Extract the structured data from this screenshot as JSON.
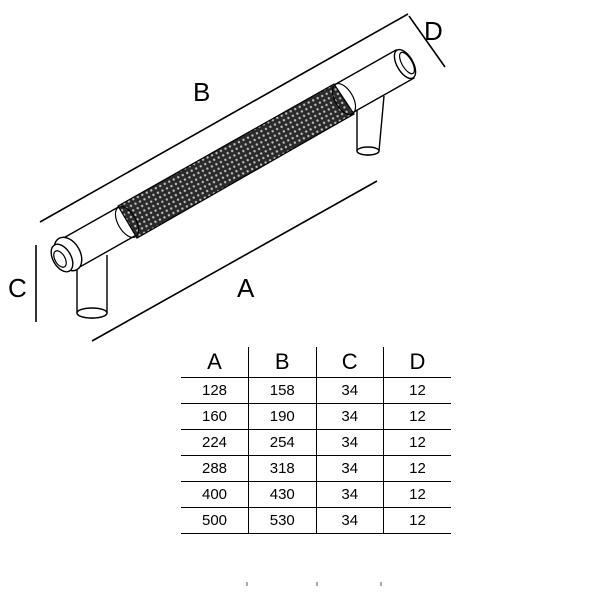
{
  "labels": {
    "a": "A",
    "b": "B",
    "c": "C",
    "d": "D"
  },
  "table": {
    "headers": [
      "A",
      "B",
      "C",
      "D"
    ],
    "rows": [
      [
        "128",
        "158",
        "34",
        "12"
      ],
      [
        "160",
        "190",
        "34",
        "12"
      ],
      [
        "224",
        "254",
        "34",
        "12"
      ],
      [
        "288",
        "318",
        "34",
        "12"
      ],
      [
        "400",
        "430",
        "34",
        "12"
      ],
      [
        "500",
        "530",
        "34",
        "12"
      ]
    ]
  },
  "colors": {
    "line": "#000000",
    "knurl_dark": "#1a1a1a",
    "metal": "#ffffff"
  }
}
